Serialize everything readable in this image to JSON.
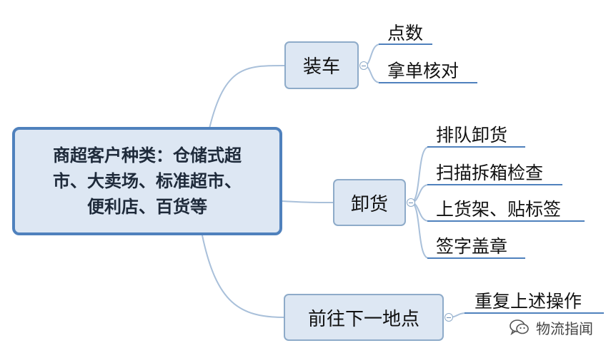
{
  "root": {
    "lines": [
      "商超客户种类：仓储式超",
      "市、大卖场、标准超市、",
      "便利店、百货等"
    ]
  },
  "branches": [
    {
      "label": "装车",
      "children": [
        "点数",
        "拿单核对"
      ]
    },
    {
      "label": "卸货",
      "children": [
        "排队卸货",
        "扫描拆箱检查",
        "上货架、贴标签",
        "签字盖章"
      ]
    },
    {
      "label": "前往下一地点",
      "children": [
        "重复上述操作"
      ]
    }
  ],
  "watermark": {
    "text": "物流指闻",
    "icon": "wechat-icon"
  },
  "colors": {
    "node_fill": "#dde7f3",
    "node_border": "#8eabc9",
    "root_border": "#4f81bd",
    "link": "#a9c0da",
    "underline": "#4f81bd"
  }
}
